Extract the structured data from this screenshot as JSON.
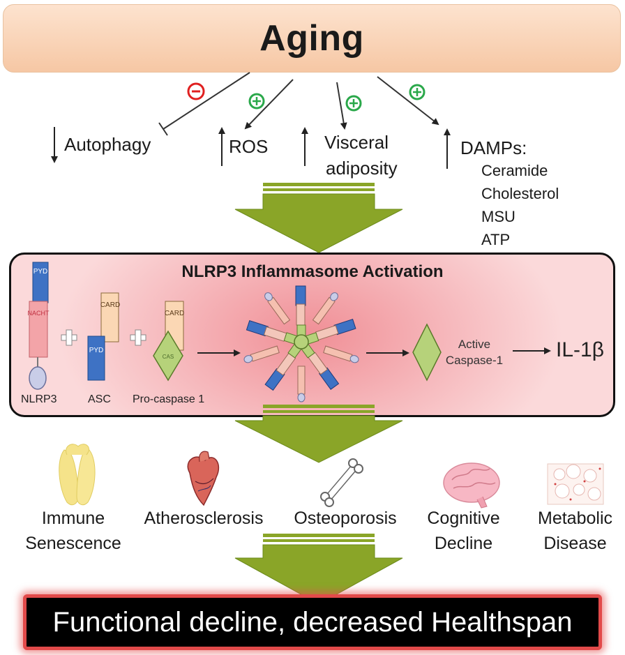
{
  "header": {
    "title": "Aging"
  },
  "factors": {
    "autophagy": "Autophagy",
    "ros": "ROS",
    "visceral_line1": "Visceral",
    "visceral_line2": "adiposity",
    "damps_title": "DAMPs:",
    "damps_items": [
      "Ceramide",
      "Cholesterol",
      "MSU",
      "ATP"
    ]
  },
  "signs": {
    "inhibit": "minus",
    "promote": "plus"
  },
  "inflammasome": {
    "title": "NLRP3 Inflammasome Activation",
    "components": [
      "NLRP3",
      "ASC",
      "Pro-caspase 1"
    ],
    "nlrp3_domains": [
      "PYD",
      "NACHT"
    ],
    "asc_domains": [
      "CARD",
      "PYD"
    ],
    "procaspase_domains": [
      "CARD",
      "CAS"
    ],
    "active_line1": "Active",
    "active_line2": "Caspase-1",
    "product": "IL-1β"
  },
  "outcomes": [
    {
      "line1": "Immune",
      "line2": "Senescence",
      "icon": "thymus-icon"
    },
    {
      "line1": "Atherosclerosis",
      "line2": "",
      "icon": "heart-icon"
    },
    {
      "line1": "Osteoporosis",
      "line2": "",
      "icon": "bone-icon"
    },
    {
      "line1": "Cognitive",
      "line2": "Decline",
      "icon": "brain-icon"
    },
    {
      "line1": "Metabolic",
      "line2": "Disease",
      "icon": "adipose-tissue-icon"
    }
  ],
  "final": {
    "text": "Functional decline, decreased Healthspan"
  },
  "colors": {
    "aging_bg": "#f8cdb0",
    "arrow_green": "#8aa528",
    "minus_red": "#e02020",
    "plus_green": "#2aa84a",
    "pyd_blue": "#3e72c4",
    "nacht_pink": "#f3a4a8",
    "card_peach": "#fbd7b4",
    "caspase_green": "#b6d27a",
    "final_border": "#e24a4a"
  }
}
